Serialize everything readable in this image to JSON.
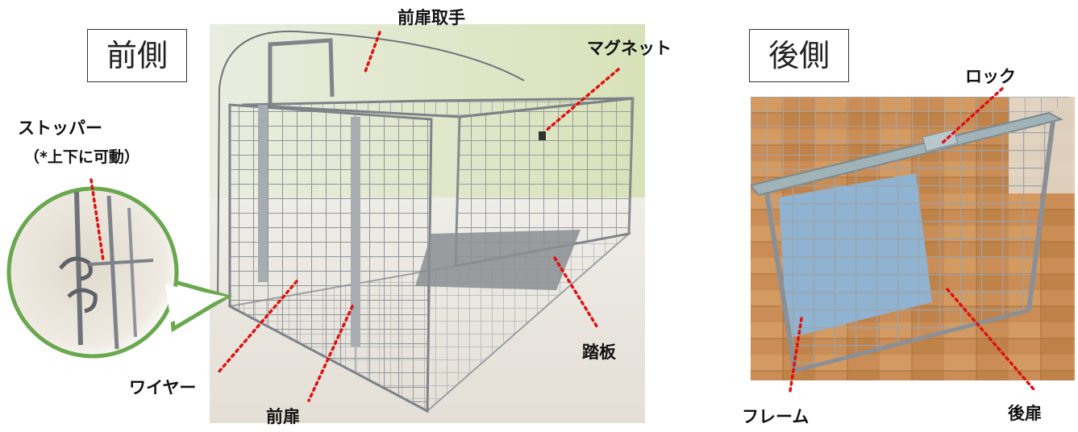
{
  "front_section": {
    "heading": "前側",
    "labels": {
      "front_door_handle": "前扉取手",
      "magnet": "マグネット",
      "stopper": "ストッパー",
      "stopper_note": "（*上下に可動）",
      "treadle": "踏板",
      "wire": "ワイヤー",
      "front_door": "前扉"
    }
  },
  "rear_section": {
    "heading": "後側",
    "labels": {
      "lock": "ロック",
      "frame": "フレーム",
      "rear_door": "後扉"
    }
  },
  "colors": {
    "leader_line": "#e01010",
    "zoom_circle_border": "#6aa84f",
    "wall_background": "#dfe6c8",
    "floor_background": "#ece8e2",
    "wood_floor": "#c98d55",
    "cage_wire": "#8a8f96",
    "treadle_plate": "#7fa7c4"
  }
}
